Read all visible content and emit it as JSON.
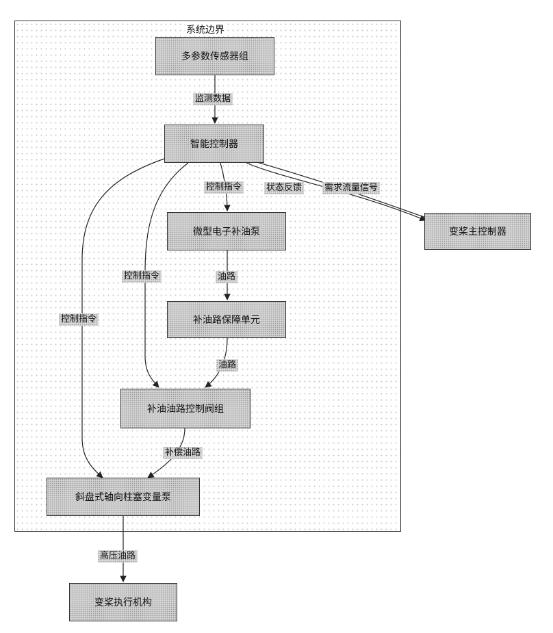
{
  "boundary": {
    "label": "系统边界"
  },
  "nodes": {
    "sensors": "多参数传感器组",
    "controller": "智能控制器",
    "pump_micro": "微型电子补油泵",
    "guard_unit": "补油路保障单元",
    "valve_group": "补油油路控制阀组",
    "main_pump": "斜盘式轴向柱塞变量泵",
    "main_ctrl": "变桨主控制器",
    "actuator": "变桨执行机构"
  },
  "edges": {
    "monitor_data": "监测数据",
    "ctrl_cmd_1": "控制指令",
    "ctrl_cmd_2": "控制指令",
    "ctrl_cmd_3": "控制指令",
    "status_feedback": "状态反馈",
    "flow_demand": "需求流量信号",
    "oil_1": "油路",
    "oil_2": "油路",
    "comp_oil": "补偿油路",
    "hp_oil": "高压油路"
  }
}
